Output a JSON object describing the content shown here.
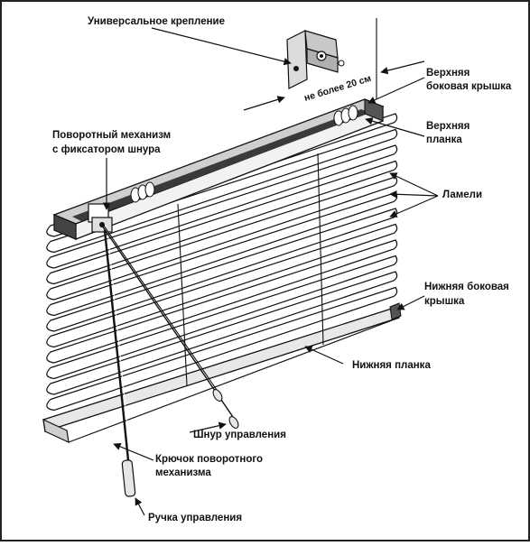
{
  "diagram": {
    "labels": {
      "universal_mount": "Универсальное крепление",
      "distance_note": "не более 20 см",
      "top_side_cap_1": "Верхняя",
      "top_side_cap_2": "боковая крышка",
      "top_rail_1": "Верхняя",
      "top_rail_2": "планка",
      "rotary_mechanism_1": "Поворотный механизм",
      "rotary_mechanism_2": "с фиксатором шнура",
      "slats": "Ламели",
      "bottom_side_cap_1": "Нижняя боковая",
      "bottom_side_cap_2": "крышка",
      "bottom_rail": "Нижняя планка",
      "control_cord": "Шнур управления",
      "rotary_hook_1": "Крючок поворотного",
      "rotary_hook_2": "механизма",
      "control_wand": "Ручка управления"
    }
  }
}
